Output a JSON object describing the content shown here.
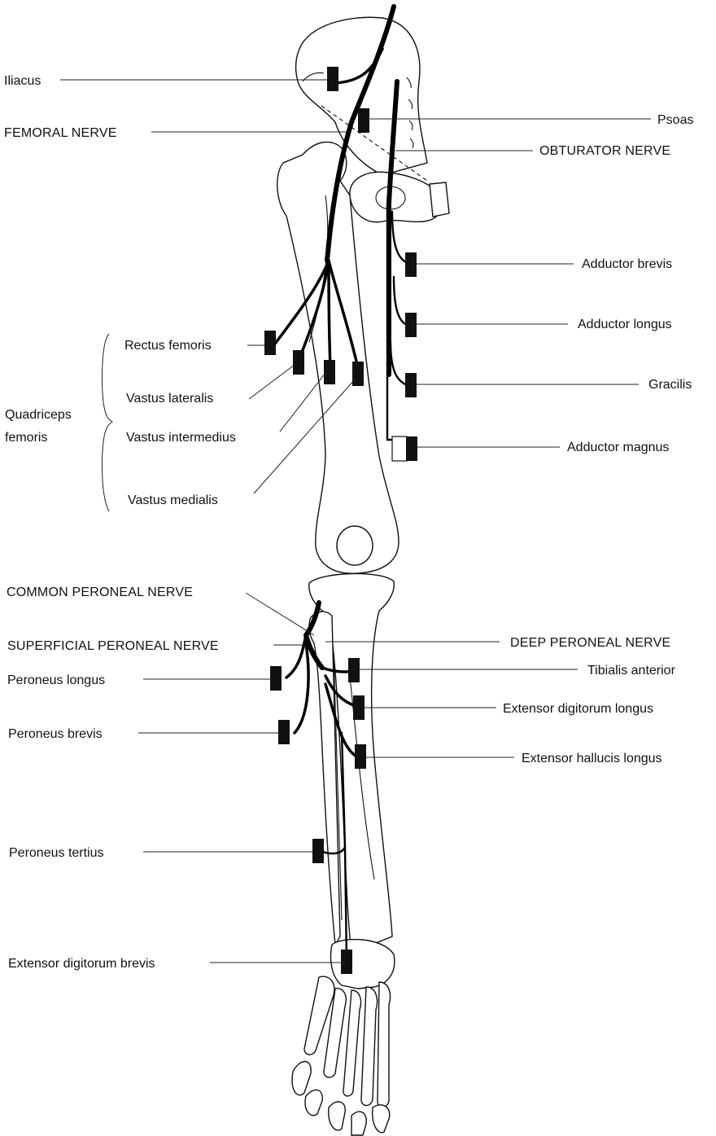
{
  "labels": {
    "iliacus": "Iliacus",
    "femoral_nerve": "FEMORAL NERVE",
    "psoas": "Psoas",
    "obturator_nerve": "OBTURATOR NERVE",
    "adductor_brevis": "Adductor brevis",
    "adductor_longus": "Adductor longus",
    "gracilis": "Gracilis",
    "adductor_magnus": "Adductor magnus",
    "rectus_femoris": "Rectus femoris",
    "vastus_lateralis": "Vastus lateralis",
    "vastus_intermedius": "Vastus intermedius",
    "vastus_medialis": "Vastus medialis",
    "quadriceps_line1": "Quadriceps",
    "quadriceps_line2": "femoris",
    "common_peroneal_nerve": "COMMON PERONEAL NERVE",
    "superficial_peroneal_nerve": "SUPERFICIAL PERONEAL NERVE",
    "deep_peroneal_nerve": "DEEP PERONEAL NERVE",
    "peroneus_longus": "Peroneus longus",
    "peroneus_brevis": "Peroneus brevis",
    "peroneus_tertius": "Peroneus tertius",
    "tibialis_anterior": "Tibialis anterior",
    "extensor_digitorum_longus": "Extensor digitorum longus",
    "extensor_hallucis_longus": "Extensor hallucis longus",
    "extensor_digitorum_brevis": "Extensor digitorum brevis"
  }
}
